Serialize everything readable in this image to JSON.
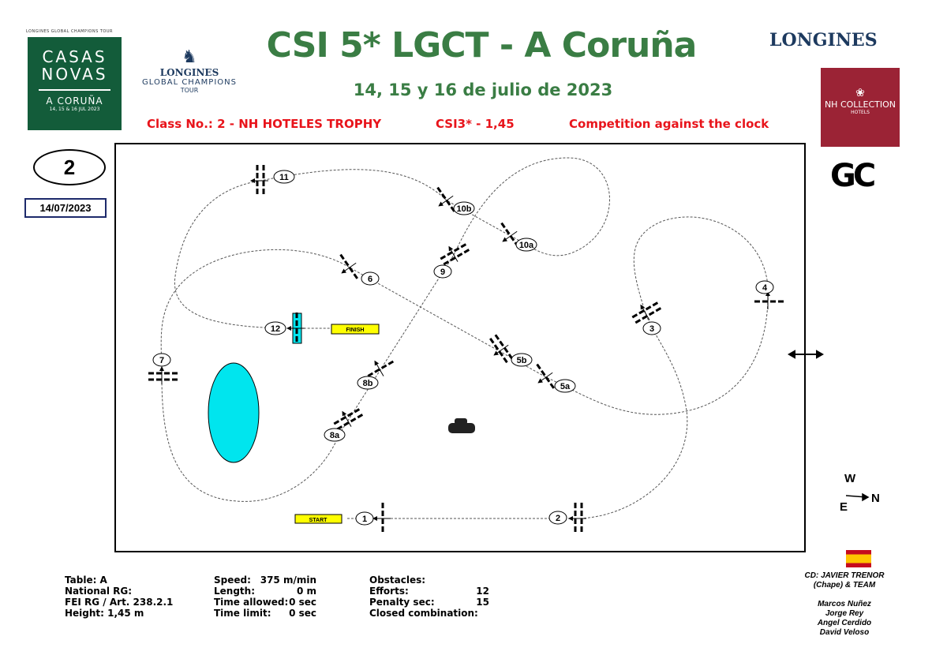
{
  "header": {
    "title": "CSI 5* LGCT - A Coruña",
    "dates": "14, 15 y 16 de julio de 2023",
    "class_label": "Class No.: 2 - NH HOTELES TROPHY",
    "level": "CSI3* - 1,45",
    "competition": "Competition against the clock"
  },
  "logos": {
    "casas_top": "LONGINES GLOBAL CHAMPIONS TOUR",
    "casas_line1": "CASAS",
    "casas_line2": "NOVAS",
    "casas_city": "A CORUÑA",
    "casas_dates": "14, 15 & 16 JUL 2023",
    "lgct_1": "LONGINES",
    "lgct_2": "GLOBAL CHAMPIONS",
    "lgct_3": "TOUR",
    "longines": "LONGINES",
    "nh_1": "NH COLLECTION",
    "nh_2": "HOTELS",
    "gc": "GC"
  },
  "class_number": "2",
  "class_date": "14/07/2023",
  "course": {
    "start": "START",
    "finish": "FINISH",
    "obstacles": [
      "1",
      "2",
      "3",
      "4",
      "5a",
      "5b",
      "6",
      "7",
      "8a",
      "8b",
      "9",
      "10a",
      "10b",
      "11",
      "12"
    ]
  },
  "compass": {
    "w": "W",
    "e": "E",
    "n": "N"
  },
  "info": {
    "table": "Table: A",
    "national": "National RG:",
    "fei": "FEI RG / Art. 238.2.1",
    "height": "Height: 1,45 m",
    "speed_l": "Speed:",
    "speed_v": "375 m/min",
    "length_l": "Length:",
    "length_v": "0 m",
    "ta_l": "Time allowed:",
    "ta_v": "0 sec",
    "tl_l": "Time limit:",
    "tl_v": "0 sec",
    "obstacles_l": "Obstacles:",
    "efforts_l": "Efforts:",
    "efforts_v": "12",
    "penalty_l": "Penalty sec:",
    "penalty_v": "15",
    "closed_l": "Closed combination:"
  },
  "designer": {
    "cd": "CD: JAVIER TRENOR",
    "cd2": "(Chape) & TEAM",
    "team": [
      "Marcos Nuñez",
      "Jorge Rey",
      "Angel Cerdido",
      "David Veloso"
    ]
  },
  "colors": {
    "green": "#3a7d44",
    "red": "#e8141b",
    "water": "#00e5ee",
    "label": "#ffff00"
  }
}
